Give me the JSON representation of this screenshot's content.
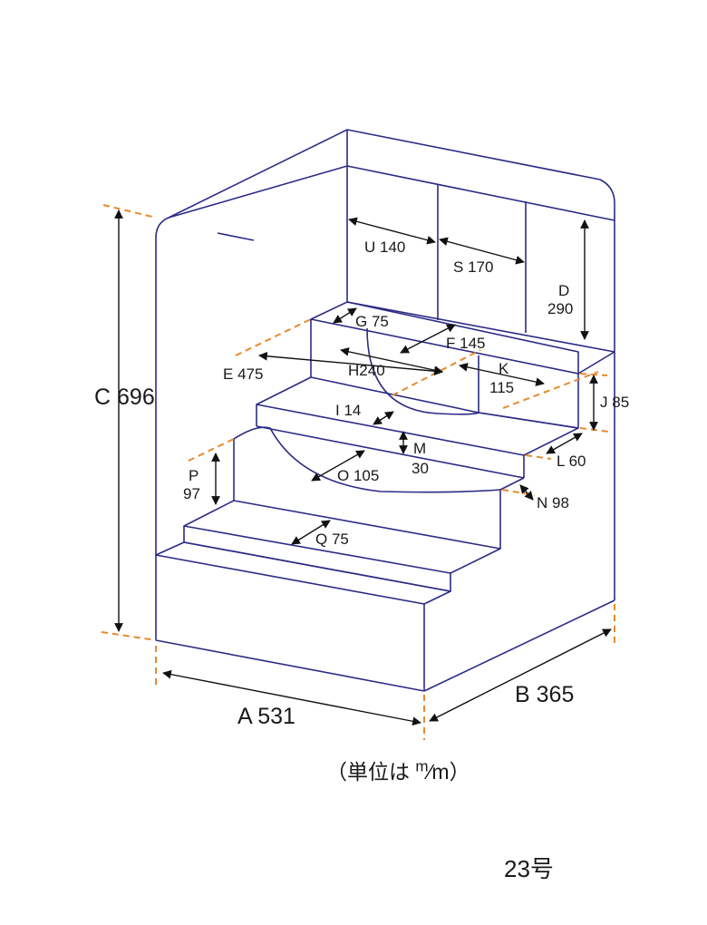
{
  "dimensions": {
    "A": {
      "letter": "A",
      "value": "531"
    },
    "B": {
      "letter": "B",
      "value": "365"
    },
    "C": {
      "letter": "C",
      "value": "696"
    },
    "D": {
      "letter": "D",
      "value": "290"
    },
    "E": {
      "letter": "E",
      "value": "475"
    },
    "F": {
      "letter": "F",
      "value": "145"
    },
    "G": {
      "letter": "G",
      "value": "75"
    },
    "H": {
      "letter": "H",
      "value": "240"
    },
    "I": {
      "letter": "I",
      "value": "14"
    },
    "J": {
      "letter": "J",
      "value": "85"
    },
    "K": {
      "letter": "K",
      "value": "115"
    },
    "L": {
      "letter": "L",
      "value": "60"
    },
    "M": {
      "letter": "M",
      "value": "30"
    },
    "N": {
      "letter": "N",
      "value": "98"
    },
    "O": {
      "letter": "O",
      "value": "105"
    },
    "P": {
      "letter": "P",
      "value": "97"
    },
    "Q": {
      "letter": "Q",
      "value": "75"
    },
    "S": {
      "letter": "S",
      "value": "170"
    },
    "U": {
      "letter": "U",
      "value": "140"
    }
  },
  "unit": {
    "open": "（単位は",
    "num": "m",
    "slash": "⁄",
    "den": "m",
    "close": "）"
  },
  "model": "23号",
  "colors": {
    "outline": "#2b2b86",
    "extension": "#e8892b",
    "dimension": "#111111"
  }
}
